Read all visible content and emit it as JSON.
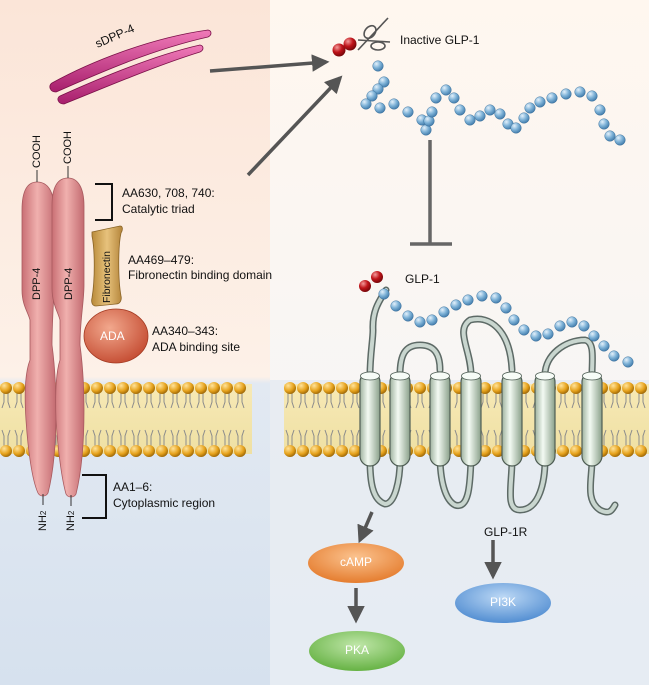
{
  "labels": {
    "sdpp4": "sDPP-4",
    "inactive_glp1": "Inactive GLP-1",
    "cooh": "COOH",
    "dpp4": "DPP-4",
    "fibronectin": "Fibronectin",
    "ada": "ADA",
    "nh2_base": "NH",
    "nh2_sub": "2",
    "catalytic_a": "AA630, 708, 740:",
    "catalytic_b": "Catalytic triad",
    "fibro_a": "AA469–479:",
    "fibro_b": "Fibronectin binding domain",
    "ada_a": "AA340–343:",
    "ada_b": "ADA binding site",
    "cyto_a": "AA1–6:",
    "cyto_b": "Cytoplasmic region",
    "glp1": "GLP-1",
    "glp1r": "GLP-1R",
    "camp": "cAMP",
    "pka": "PKA",
    "pi3k": "PI3K"
  },
  "colors": {
    "dpp4_body": "#e8a3a3",
    "fibronectin": "#d9b26a",
    "ada": "#d8694a",
    "glp1_bead": "#7fb3d8",
    "cleaved_bead": "#c0141a",
    "camp": "#ee8a3c",
    "pka": "#7cc35a",
    "pi3k": "#6aa3dd",
    "lipid_head": "#e6a21c",
    "helix": "#e6f1e6",
    "arrow": "#555555"
  }
}
